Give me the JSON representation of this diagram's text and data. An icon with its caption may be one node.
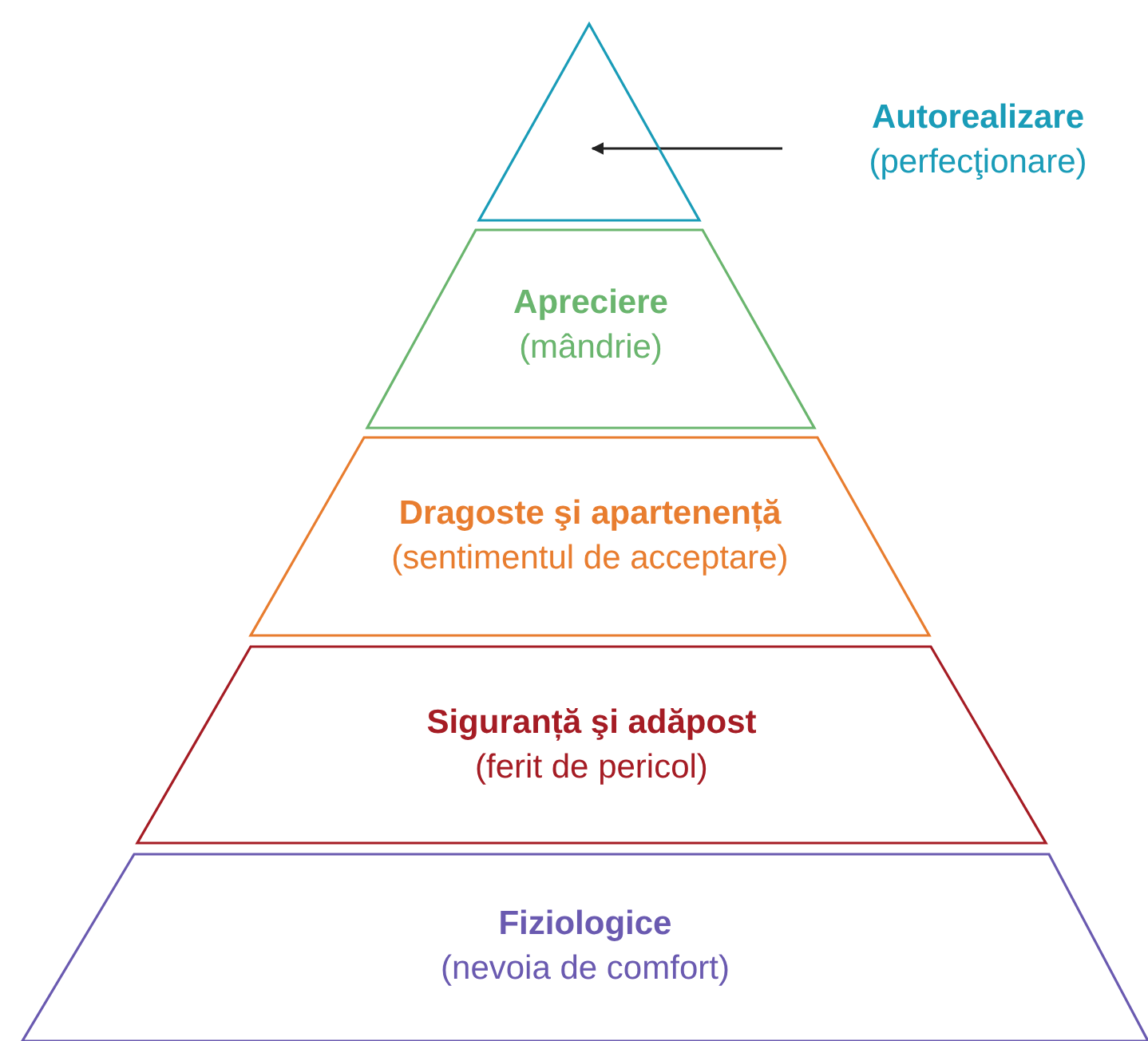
{
  "diagram": {
    "nodes": [
      {
        "text": [],
        "shape": "triangle"
      },
      {
        "text": [
          "Autorealizare",
          "(perfecţionare)"
        ]
      },
      {
        "text": [
          "Apreciere",
          "(mândrie)"
        ]
      },
      {
        "text": [
          "Dragoste şi apartenență",
          "(sentimentul de acceptare)"
        ]
      },
      {
        "text": [
          "Siguranță şi adăpost",
          "(ferit de pericol)"
        ]
      },
      {
        "text": [
          "Fiziologice",
          "(nevoia de comfort)"
        ]
      }
    ],
    "edges": [
      {
        "from": 1,
        "to": 0,
        "arrow": "to"
      }
    ]
  }
}
